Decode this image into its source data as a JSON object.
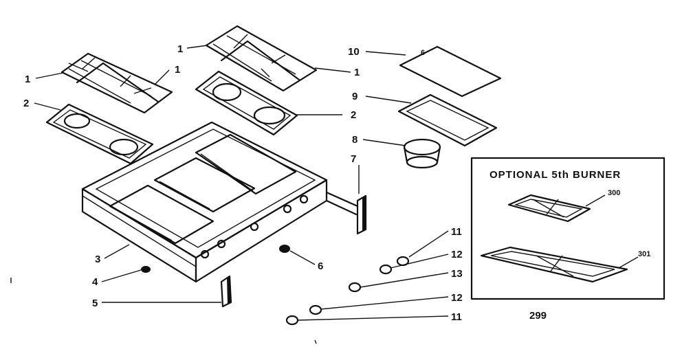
{
  "labels": {
    "l1a": "1",
    "l1b": "1",
    "l1c": "1",
    "l1d": "1",
    "l2a": "2",
    "l2b": "2",
    "l3": "3",
    "l4": "4",
    "l5": "5",
    "l6": "6",
    "l7": "7",
    "l8": "8",
    "l9": "9",
    "l10": "10",
    "l11a": "11",
    "l11b": "11",
    "l12a": "12",
    "l12b": "12",
    "l13": "13",
    "cover_mark": "6"
  },
  "inset": {
    "title": "OPTIONAL 5th BURNER",
    "l300": "300",
    "l301": "301",
    "footer": "299"
  }
}
